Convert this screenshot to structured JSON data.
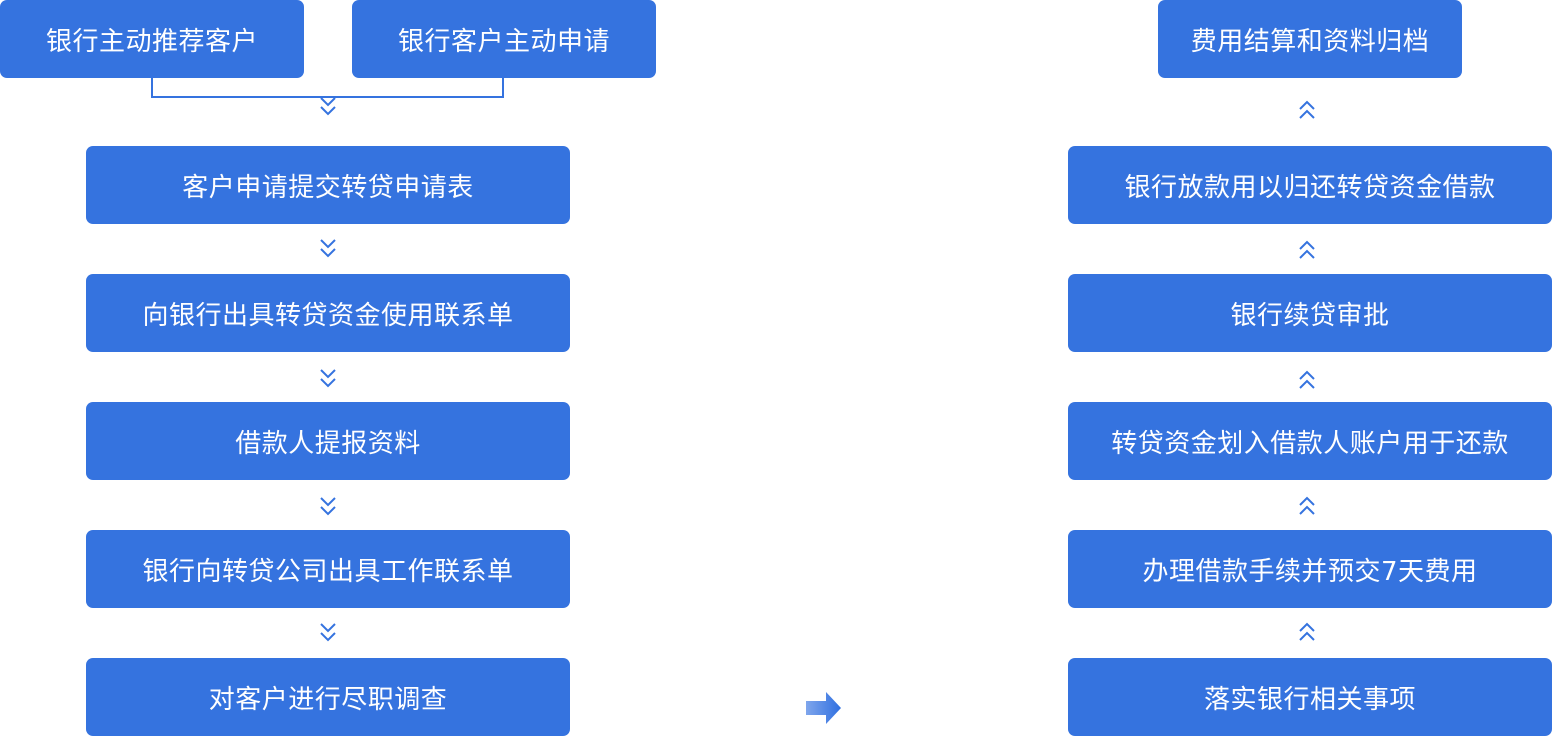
{
  "top_left": [
    "银行主动推荐客户",
    "银行客户主动申请"
  ],
  "left_steps": [
    "客户申请提交转贷申请表",
    "向银行出具转贷资金使用联系单",
    "借款人提报资料",
    "银行向转贷公司出具工作联系单",
    "对客户进行尽职调查"
  ],
  "right_steps": [
    "费用结算和资料归档",
    "银行放款用以归还转贷资金借款",
    "银行续贷审批",
    "转贷资金划入借款人账户用于还款",
    "办理借款手续并预交7天费用",
    "落实银行相关事项"
  ],
  "colors": {
    "box": "#3573df",
    "line": "#3573df",
    "text": "#ffffff"
  },
  "icons": {
    "down": "double-chevron-down-icon",
    "up": "double-chevron-up-icon",
    "flow": "flow-arrow-right-icon"
  }
}
